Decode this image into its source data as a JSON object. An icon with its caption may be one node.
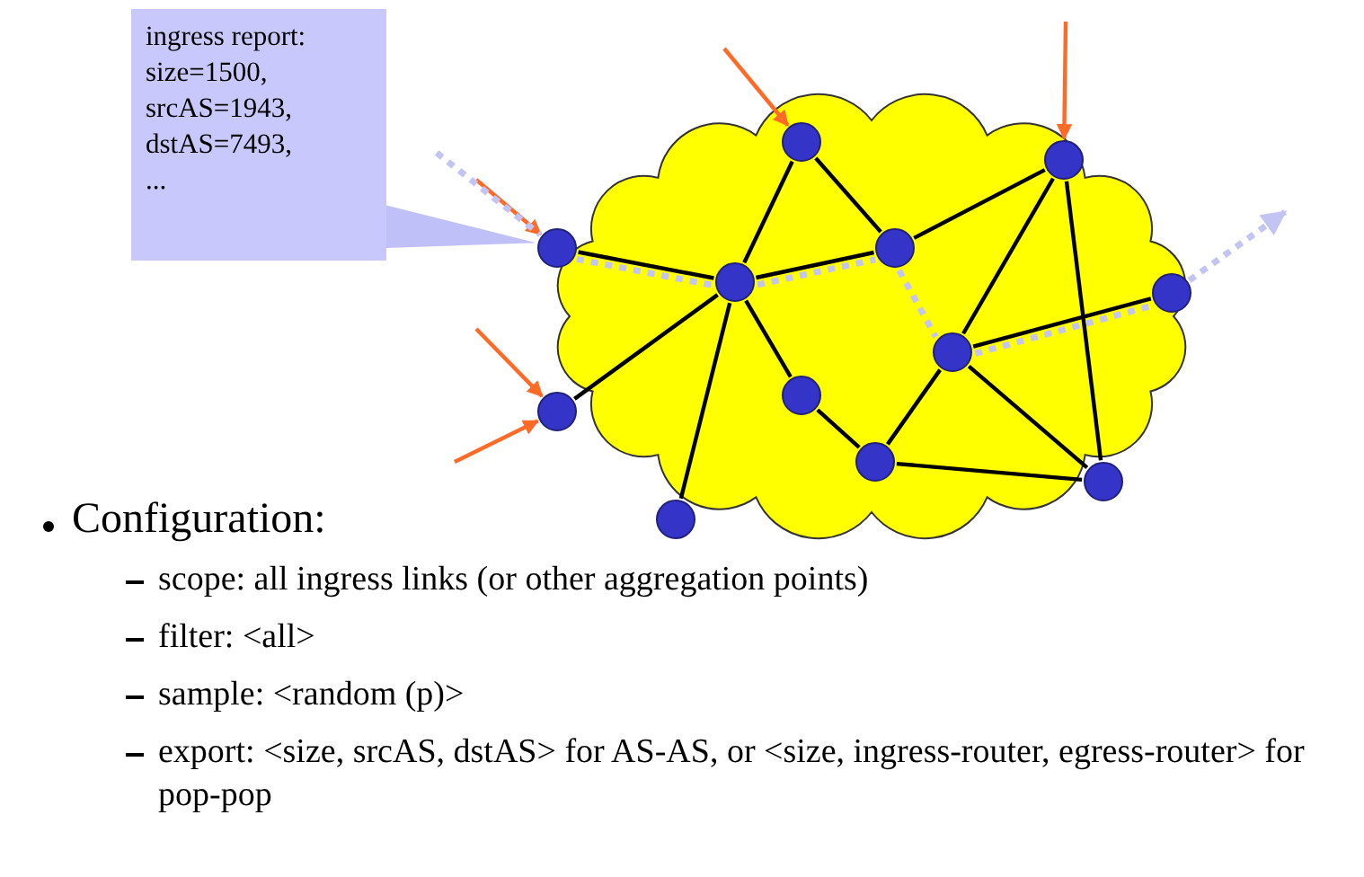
{
  "diagram": {
    "nodes": [
      {
        "text": [
          "ingress report:",
          "size=1500,",
          "srcAS=1943,",
          "dstAS=7493,",
          "..."
        ]
      },
      {
        "text": [],
        "shape": "cloud"
      },
      {
        "text": [],
        "shape": "circle",
        "in": 1
      },
      {
        "text": [],
        "shape": "circle",
        "in": 1
      },
      {
        "text": [],
        "shape": "circle",
        "in": 1
      },
      {
        "text": [],
        "shape": "circle",
        "in": 1
      },
      {
        "text": [],
        "shape": "circle",
        "in": 1
      },
      {
        "text": [],
        "shape": "circle",
        "in": 1
      },
      {
        "text": [],
        "shape": "circle",
        "in": 1
      },
      {
        "text": [],
        "shape": "circle",
        "in": 1
      },
      {
        "text": [],
        "shape": "circle",
        "in": 1
      },
      {
        "text": [],
        "shape": "circle",
        "in": 1
      },
      {
        "text": [],
        "shape": "circle",
        "in": 1
      },
      {
        "text": [],
        "shape": "circle",
        "in": 1
      }
    ],
    "edges": [
      {
        "from": 2,
        "to": 4,
        "arrow": "none"
      },
      {
        "from": 3,
        "to": 4,
        "arrow": "none"
      },
      {
        "from": 3,
        "to": 5,
        "arrow": "none"
      },
      {
        "from": 4,
        "to": 5,
        "arrow": "none"
      },
      {
        "from": 5,
        "to": 6,
        "arrow": "none"
      },
      {
        "from": 4,
        "to": 8,
        "arrow": "none"
      },
      {
        "from": 4,
        "to": 9,
        "arrow": "none"
      },
      {
        "from": 4,
        "to": 11,
        "arrow": "none"
      },
      {
        "from": 9,
        "to": 10,
        "arrow": "none"
      },
      {
        "from": 6,
        "to": 12,
        "arrow": "none"
      },
      {
        "from": 6,
        "to": 13,
        "arrow": "none"
      },
      {
        "from": 12,
        "to": 7,
        "arrow": "none"
      },
      {
        "from": 12,
        "to": 10,
        "arrow": "none"
      },
      {
        "from": 12,
        "to": 13,
        "arrow": "none"
      },
      {
        "from": 10,
        "to": 13,
        "arrow": "none"
      },
      {
        "from": null,
        "to": 3,
        "arrow": "to",
        "color": "#ff6a26"
      },
      {
        "from": null,
        "to": 6,
        "arrow": "to",
        "color": "#ff6a26"
      },
      {
        "from": null,
        "to": 2,
        "arrow": "to",
        "color": "#ff6a26"
      },
      {
        "from": null,
        "to": 8,
        "arrow": "to",
        "color": "#ff6a26"
      },
      {
        "from": null,
        "to": 8,
        "arrow": "to",
        "color": "#ff6a26"
      },
      {
        "from": null,
        "to": 2,
        "arrow": "none",
        "style": "dashed",
        "color": "#c4c4f4"
      },
      {
        "from": 2,
        "to": 4,
        "arrow": "none",
        "style": "dashed",
        "color": "#c4c4f4"
      },
      {
        "from": 4,
        "to": 5,
        "arrow": "none",
        "style": "dashed",
        "color": "#c4c4f4"
      },
      {
        "from": 5,
        "to": 12,
        "arrow": "none",
        "style": "dashed",
        "color": "#c4c4f4"
      },
      {
        "from": 12,
        "to": 7,
        "arrow": "none",
        "style": "dashed",
        "color": "#c4c4f4"
      },
      {
        "from": 7,
        "to": null,
        "arrow": "to",
        "style": "dashed",
        "color": "#c4c4f4"
      },
      {
        "from": 0,
        "to": 2,
        "arrow": "none",
        "color": "#c0c0f8"
      }
    ],
    "labels": [
      "Configuration:",
      "scope: all ingress links (or other aggregation points)",
      "filter: <all>",
      "sample: <random (p)>",
      "export: <size, srcAS, dstAS> for AS-AS, or <size, ingress-router, egress-router> for pop-pop"
    ]
  }
}
